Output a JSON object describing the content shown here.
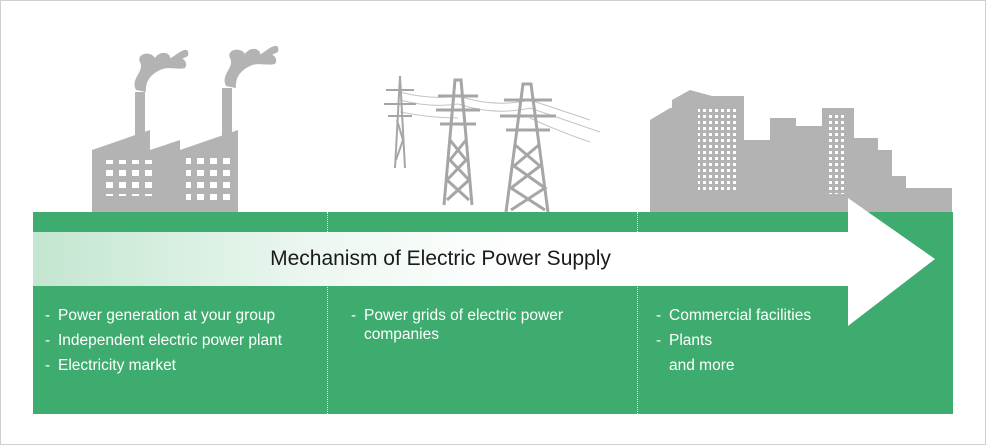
{
  "title": "Mechanism of Electric Power Supply",
  "colors": {
    "green": "#3eac6f",
    "illustration_gray": "#b3b3b3",
    "arrow_light": "#c3e6d0",
    "arrow_white": "#ffffff"
  },
  "stages": [
    {
      "icon": "factory-icon",
      "items": [
        "Power generation at your group",
        "Independent electric power plant",
        "Electricity market"
      ],
      "note": ""
    },
    {
      "icon": "transmission-tower-icon",
      "items": [
        "Power grids of electric power companies"
      ],
      "note": ""
    },
    {
      "icon": "city-buildings-icon",
      "items": [
        "Commercial facilities",
        "Plants"
      ],
      "note": "and more"
    }
  ]
}
